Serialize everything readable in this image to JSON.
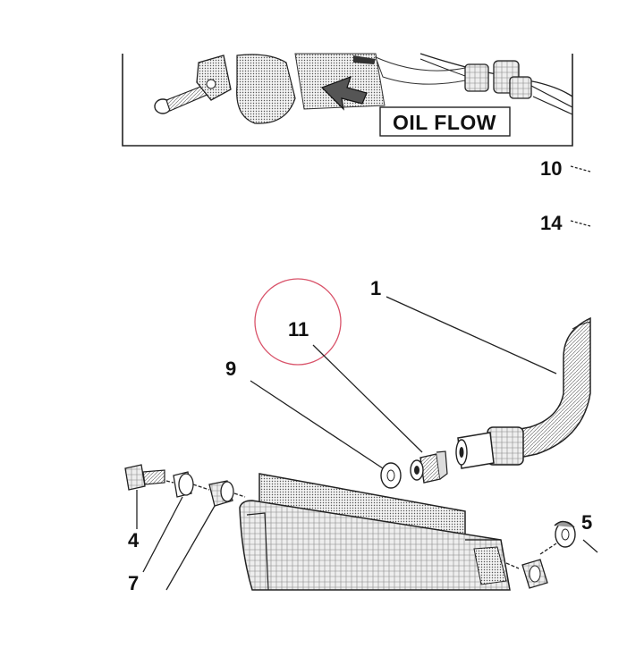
{
  "inset": {
    "oil_flow_label": "OIL FLOW"
  },
  "callouts": {
    "c1": "1",
    "c4": "4",
    "c7": "7",
    "c9": "9",
    "c10": "10",
    "c11": "11",
    "c14": "14",
    "c5_partial": "5"
  },
  "highlight_color": "#d9536a"
}
